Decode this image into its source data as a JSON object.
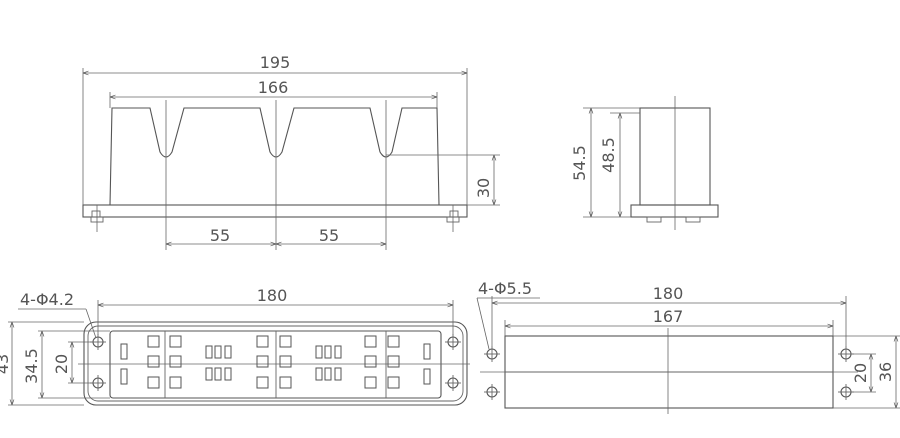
{
  "dimensions": {
    "front_width_overall": "195",
    "front_width_inner": "166",
    "front_pitch_left": "55",
    "front_pitch_right": "55",
    "front_height": "30",
    "side_height_overall": "54.5",
    "side_height_body": "48.5",
    "top_holes": "4-Φ4.2",
    "top_hole_pitch": "180",
    "top_height_overall": "43",
    "top_height_body": "34.5",
    "top_hole_spacing": "20",
    "right_holes": "4-Φ5.5",
    "right_hole_pitch": "180",
    "right_body_width": "167",
    "right_hole_spacing": "20",
    "right_height": "36"
  }
}
